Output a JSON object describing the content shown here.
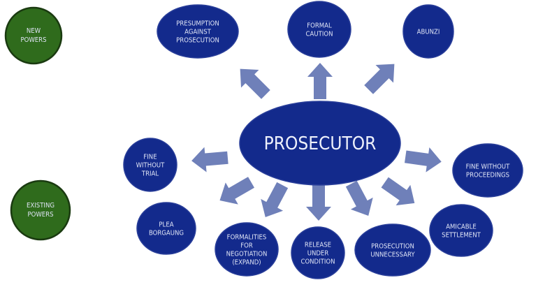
{
  "legend": {
    "new_powers": [
      "NEW",
      "POWERS"
    ],
    "existing_powers": [
      "EXISTING",
      "POWERS"
    ]
  },
  "center": "PROSECUTOR",
  "new_powers": [
    {
      "lines": [
        "PRESUMPTION",
        "AGAINST",
        "PROSECUTION"
      ]
    },
    {
      "lines": [
        "FORMAL",
        "CAUTION"
      ]
    },
    {
      "lines": [
        "ABUNZI"
      ]
    }
  ],
  "existing_powers": [
    {
      "lines": [
        "FINE",
        "WITHOUT",
        "TRIAL"
      ]
    },
    {
      "lines": [
        "FINE WITHOUT",
        "PROCEEDINGS"
      ]
    },
    {
      "lines": [
        "PLEA",
        "BORGAUNG"
      ]
    },
    {
      "lines": [
        "FORMALITIES",
        "FOR",
        "NEGOTIATION",
        "(EXPAND)"
      ]
    },
    {
      "lines": [
        "RELEASE",
        "UNDER",
        "CONDITION"
      ]
    },
    {
      "lines": [
        "PROSECUTION",
        "UNNECESSARY"
      ]
    },
    {
      "lines": [
        "AMICABLE",
        "SETTLEMENT"
      ]
    }
  ],
  "colors": {
    "node": "#132a8c",
    "arrow": "#6f80b9",
    "power": "#2f6b1c"
  }
}
